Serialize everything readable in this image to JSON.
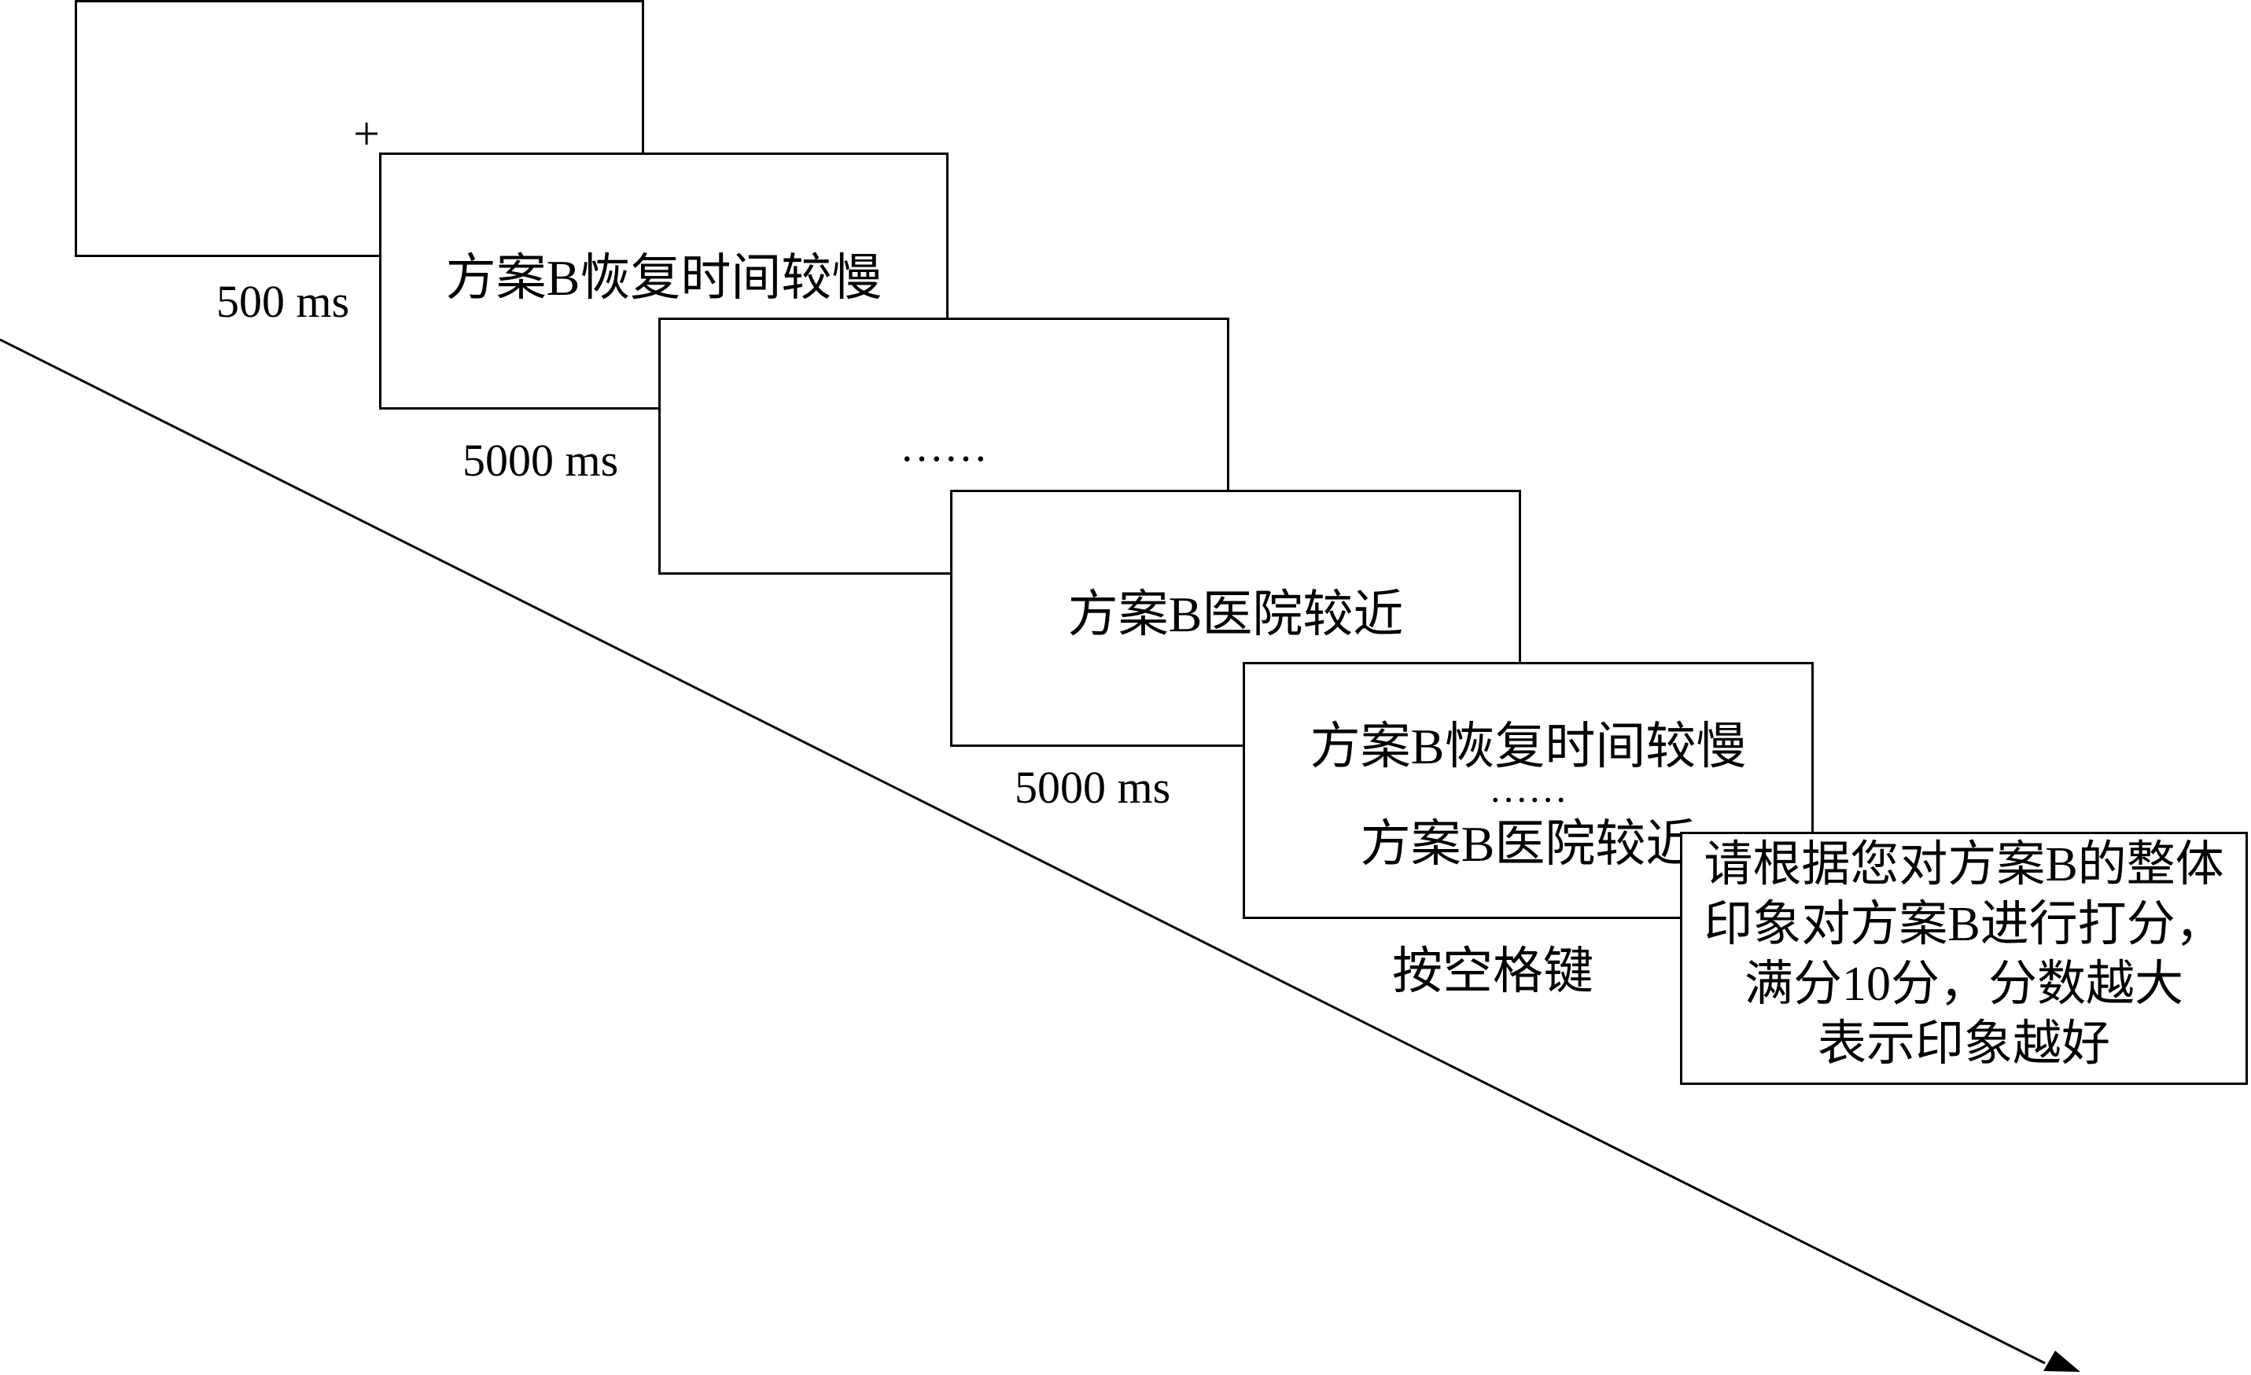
{
  "frames": {
    "fixation": {
      "symbol": "+",
      "duration": "500 ms"
    },
    "attribute_1": {
      "text": "方案B恢复时间较慢",
      "duration": "5000 ms"
    },
    "ellipsis_frame": {
      "text": "……"
    },
    "attribute_n": {
      "text": "方案B医院较近",
      "duration": "5000 ms"
    },
    "summary": {
      "line1": "方案B恢复时间较慢",
      "ellipsis": "……",
      "line2": "方案B医院较近",
      "action": "按空格键"
    },
    "rating": {
      "lines": [
        "请根据您对方案B的整体",
        "印象对方案B进行打分，",
        "满分10分，分数越大",
        "表示印象越好"
      ]
    }
  }
}
